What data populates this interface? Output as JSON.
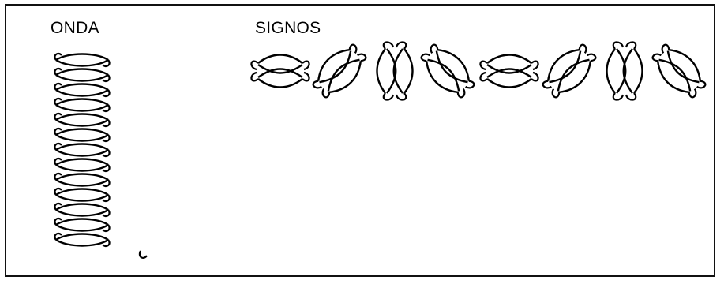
{
  "figure": {
    "background_color": "#ffffff",
    "stroke_color": "#000000",
    "sections": [
      {
        "id": "onda",
        "label": "ONDA",
        "description_icon": "vertical-wave-stitch-icon",
        "repeats": 13
      },
      {
        "id": "signos",
        "label": "SIGNOS",
        "description_icon": "knot-sign-icon",
        "motifs": [
          "horizontal-knot-icon",
          "diagonal-knot-icon",
          "vertical-knot-icon",
          "diagonal-knot-icon-reverse",
          "horizontal-knot-icon",
          "diagonal-knot-icon",
          "vertical-knot-icon",
          "diagonal-knot-icon-reverse"
        ]
      }
    ]
  }
}
